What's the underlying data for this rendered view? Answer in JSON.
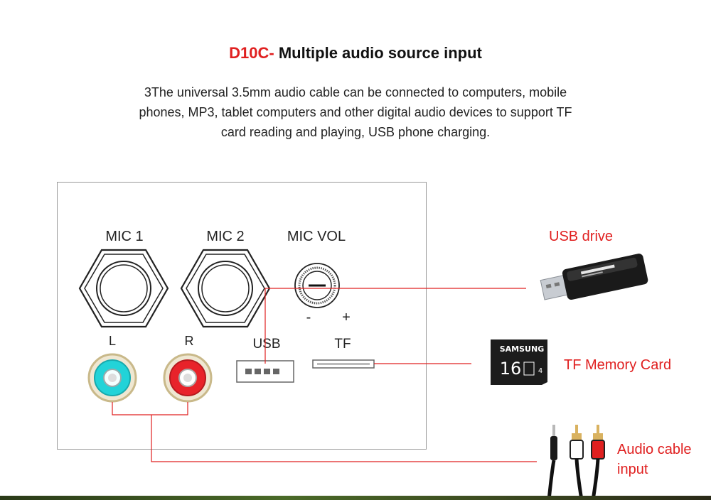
{
  "header": {
    "model": "D10C-",
    "title": "Multiple audio source input"
  },
  "description": {
    "line1": "3The universal 3.5mm audio cable can be connected to computers, mobile",
    "line2": "phones, MP3, tablet computers and other digital audio devices to support TF",
    "line3": "card reading and playing, USB phone charging."
  },
  "panel": {
    "mic1": "MIC 1",
    "mic2": "MIC 2",
    "mic_vol": "MIC VOL",
    "minus": "-",
    "plus": "+",
    "left": "L",
    "right": "R",
    "usb": "USB",
    "tf": "TF"
  },
  "devices": {
    "usb_drive": "USB drive",
    "tf_card": "TF Memory Card",
    "audio_cable_1": "Audio cable",
    "audio_cable_2": "input",
    "card_brand": "SAMSUNG",
    "card_capacity": "16"
  },
  "colors": {
    "accent": "#e02020",
    "rca_left": "#22d3d8",
    "rca_right": "#e8232a"
  }
}
